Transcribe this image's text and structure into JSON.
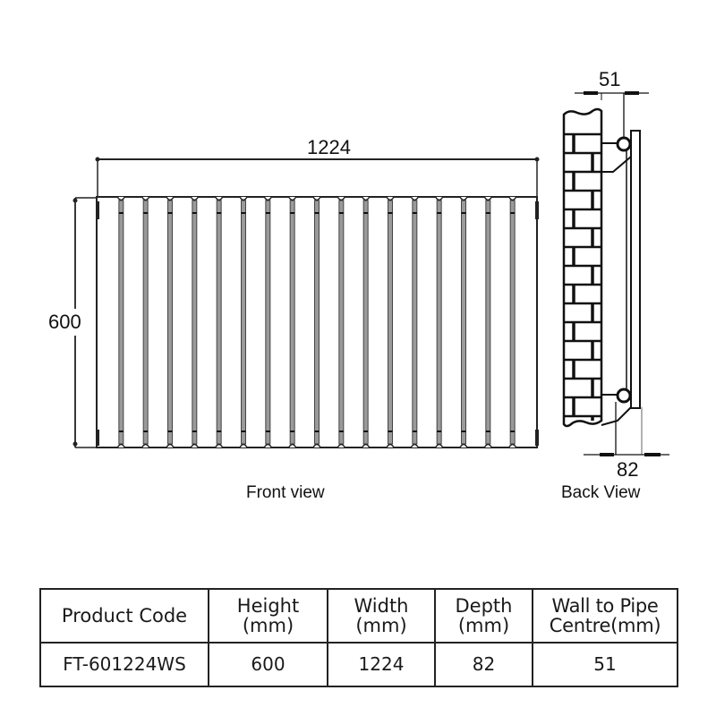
{
  "front_view": {
    "caption": "Front view",
    "width_label": "1224",
    "height_label": "600",
    "column_count": 18
  },
  "back_view": {
    "caption": "Back View",
    "wall_to_pipe_label": "51",
    "depth_label": "82"
  },
  "spec_table": {
    "headers": {
      "product_code": "Product Code",
      "height_line1": "Height",
      "height_line2": "(mm)",
      "width_line1": "Width",
      "width_line2": "(mm)",
      "depth_line1": "Depth",
      "depth_line2": "(mm)",
      "wall_line1": "Wall to Pipe",
      "wall_line2": "Centre(mm)"
    },
    "rows": [
      {
        "product_code": "FT-601224WS",
        "height": "600",
        "width": "1224",
        "depth": "82",
        "wall_to_pipe": "51"
      }
    ]
  },
  "colors": {
    "line": "#222222",
    "column_fill": "#ffffff",
    "divider_gray": "#777777"
  }
}
